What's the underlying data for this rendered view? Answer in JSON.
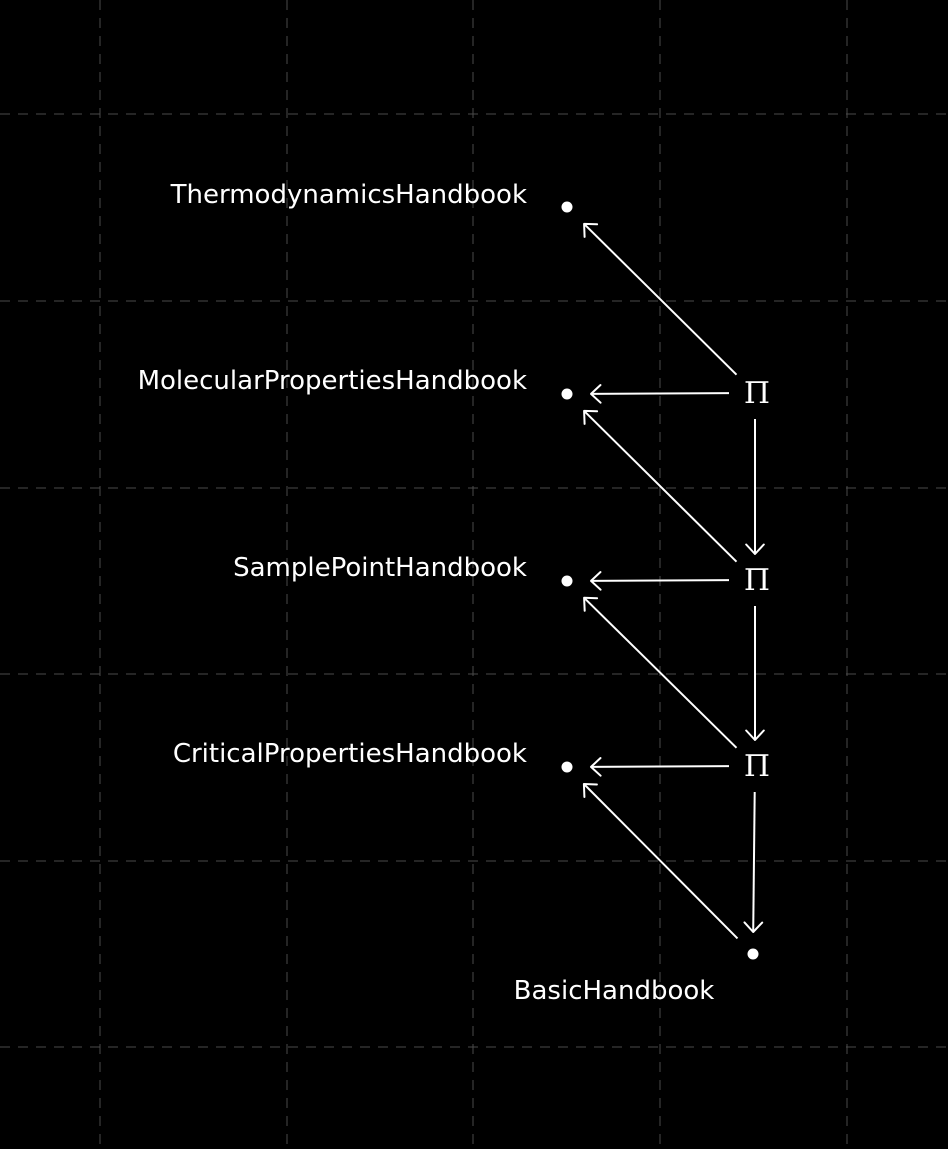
{
  "colors": {
    "background": "#000000",
    "foreground": "#ffffff",
    "grid": "#4a4a4a"
  },
  "nodes": {
    "thermodynamics": {
      "label": "ThermodynamicsHandbook"
    },
    "molecular": {
      "label": "MolecularPropertiesHandbook"
    },
    "sample_point": {
      "label": "SamplePointHandbook"
    },
    "critical": {
      "label": "CriticalPropertiesHandbook"
    },
    "basic": {
      "label": "BasicHandbook"
    },
    "pi_1": {
      "symbol": "Π"
    },
    "pi_2": {
      "symbol": "Π"
    },
    "pi_3": {
      "symbol": "Π"
    }
  },
  "edges": [
    {
      "from": "pi_1",
      "to": "thermodynamics"
    },
    {
      "from": "pi_1",
      "to": "molecular"
    },
    {
      "from": "pi_1",
      "to": "pi_2"
    },
    {
      "from": "pi_2",
      "to": "molecular"
    },
    {
      "from": "pi_2",
      "to": "sample_point"
    },
    {
      "from": "pi_2",
      "to": "pi_3"
    },
    {
      "from": "pi_3",
      "to": "sample_point"
    },
    {
      "from": "pi_3",
      "to": "critical"
    },
    {
      "from": "pi_3",
      "to": "basic"
    },
    {
      "from": "basic",
      "to": "critical"
    }
  ]
}
